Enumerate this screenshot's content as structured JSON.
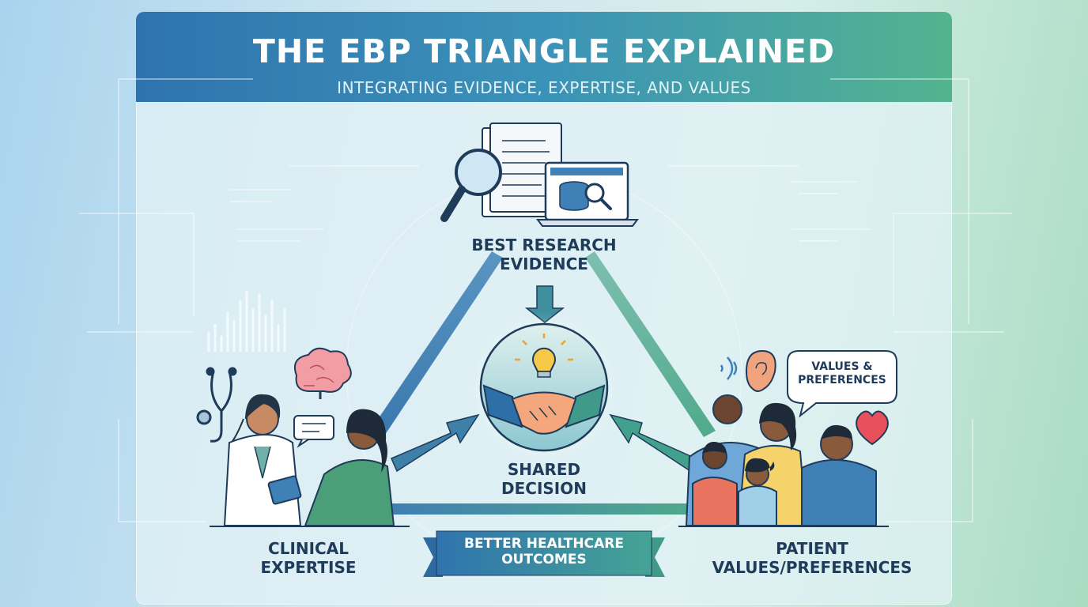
{
  "header": {
    "title": "THE EBP TRIANGLE EXPLAINED",
    "subtitle": "INTEGRATING EVIDENCE, EXPERTISE, AND VALUES"
  },
  "nodes": {
    "research": "BEST RESEARCH EVIDENCE",
    "shared": "SHARED DECISION",
    "clinical": "CLINICAL EXPERTISE",
    "patient": "PATIENT VALUES/PREFERENCES"
  },
  "speech_bubble": "VALUES & PREFERENCES",
  "banner": "BETTER HEALTHCARE OUTCOMES",
  "colors": {
    "header_start": "#2f73ae",
    "header_end": "#52b48f",
    "navy_text": "#1f3b5a",
    "triangle_blue": "#3f7fb3",
    "triangle_green": "#4faa8a",
    "heart": "#e8505b"
  },
  "icons": [
    "magnifier-icon",
    "document-icon",
    "laptop-database-icon",
    "lightbulb-icon",
    "handshake-icon",
    "brain-icon",
    "stethoscope-icon",
    "ear-icon",
    "heart-icon",
    "sound-waves-icon",
    "chat-bubble-icon"
  ]
}
